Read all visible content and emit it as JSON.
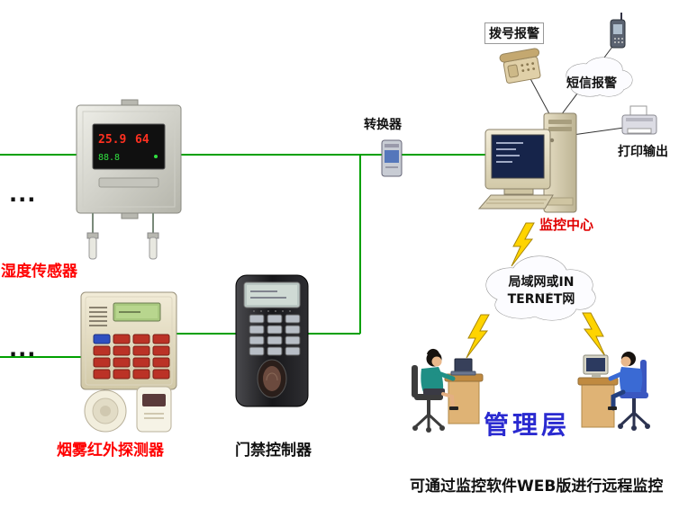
{
  "labels": {
    "ellipsis_top": "...",
    "ellipsis_bottom": "...",
    "humidity_sensor": "湿度传感器",
    "smoke_ir_detector": "烟雾红外探测器",
    "door_controller": "门禁控制器",
    "converter": "转换器",
    "dial_alarm": "拨号报警",
    "sms_alarm": "短信报警",
    "print_output": "打印输出",
    "monitoring_center": "监控中心",
    "lan_line1": "局域网或IN",
    "lan_line2": "TERNET网",
    "management": "管理层",
    "bottom_note": "可通过监控软件WEB版进行远程监控"
  },
  "sensor_display": {
    "red_left": "25.9",
    "red_right": "64",
    "green": "88.8"
  },
  "colors": {
    "bus_line_green": "#00A000",
    "label_red": "#FF0000",
    "monitoring_center_red": "#E00000",
    "management_blue": "#2A2AD0",
    "lightning_yellow": "#FFD400"
  }
}
